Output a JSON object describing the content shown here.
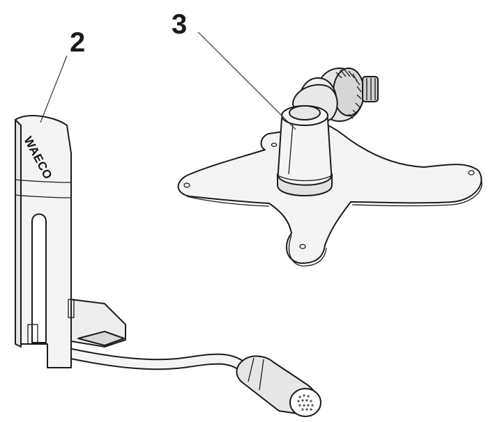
{
  "callouts": [
    {
      "id": "2",
      "label": "2"
    },
    {
      "id": "3",
      "label": "3"
    }
  ],
  "brand": {
    "text": "WAECO"
  },
  "colors": {
    "line": "#1a1a1a",
    "fill_light": "#f4f4f4",
    "fill_mid": "#e6e6e6",
    "fill_dark": "#bdbdbd",
    "background": "#ffffff"
  }
}
